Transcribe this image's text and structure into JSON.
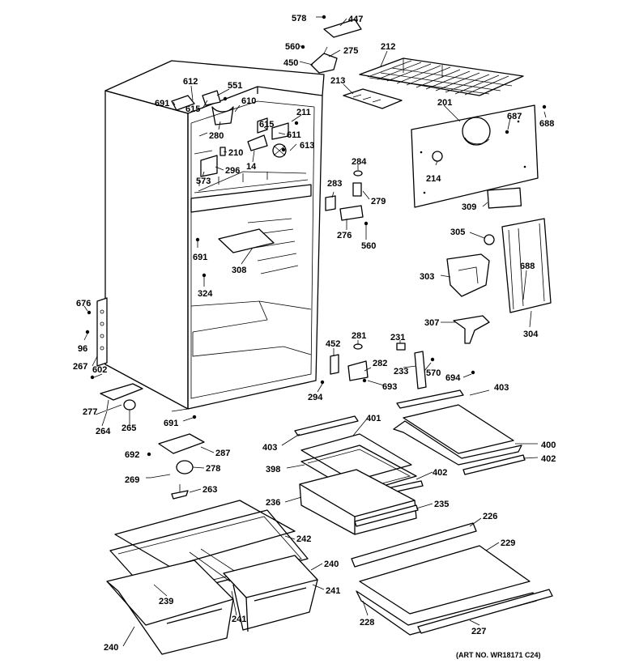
{
  "labels": [
    {
      "id": "578",
      "text": "578"
    },
    {
      "id": "447",
      "text": "447"
    },
    {
      "id": "560a",
      "text": "560"
    },
    {
      "id": "275",
      "text": "275"
    },
    {
      "id": "450",
      "text": "450"
    },
    {
      "id": "212",
      "text": "212"
    },
    {
      "id": "213",
      "text": "213"
    },
    {
      "id": "201",
      "text": "201"
    },
    {
      "id": "687",
      "text": "687"
    },
    {
      "id": "688a",
      "text": "688"
    },
    {
      "id": "612",
      "text": "612"
    },
    {
      "id": "551",
      "text": "551"
    },
    {
      "id": "691a",
      "text": "691"
    },
    {
      "id": "615a",
      "text": "615"
    },
    {
      "id": "610",
      "text": "610"
    },
    {
      "id": "211",
      "text": "211"
    },
    {
      "id": "615b",
      "text": "615"
    },
    {
      "id": "611",
      "text": "611"
    },
    {
      "id": "280",
      "text": "280"
    },
    {
      "id": "613",
      "text": "613"
    },
    {
      "id": "210",
      "text": "210"
    },
    {
      "id": "296",
      "text": "296"
    },
    {
      "id": "14",
      "text": "14"
    },
    {
      "id": "573",
      "text": "573"
    },
    {
      "id": "284",
      "text": "284"
    },
    {
      "id": "214",
      "text": "214"
    },
    {
      "id": "283",
      "text": "283"
    },
    {
      "id": "279",
      "text": "279"
    },
    {
      "id": "309",
      "text": "309"
    },
    {
      "id": "276",
      "text": "276"
    },
    {
      "id": "560b",
      "text": "560"
    },
    {
      "id": "305",
      "text": "305"
    },
    {
      "id": "691b",
      "text": "691"
    },
    {
      "id": "308",
      "text": "308"
    },
    {
      "id": "688b",
      "text": "688"
    },
    {
      "id": "303",
      "text": "303"
    },
    {
      "id": "324",
      "text": "324"
    },
    {
      "id": "676",
      "text": "676"
    },
    {
      "id": "96",
      "text": "96"
    },
    {
      "id": "307",
      "text": "307"
    },
    {
      "id": "304",
      "text": "304"
    },
    {
      "id": "281",
      "text": "281"
    },
    {
      "id": "231",
      "text": "231"
    },
    {
      "id": "452",
      "text": "452"
    },
    {
      "id": "267",
      "text": "267"
    },
    {
      "id": "602",
      "text": "602"
    },
    {
      "id": "282",
      "text": "282"
    },
    {
      "id": "233",
      "text": "233"
    },
    {
      "id": "570",
      "text": "570"
    },
    {
      "id": "694",
      "text": "694"
    },
    {
      "id": "693",
      "text": "693"
    },
    {
      "id": "403a",
      "text": "403"
    },
    {
      "id": "294",
      "text": "294"
    },
    {
      "id": "277",
      "text": "277"
    },
    {
      "id": "264",
      "text": "264"
    },
    {
      "id": "265",
      "text": "265"
    },
    {
      "id": "691c",
      "text": "691"
    },
    {
      "id": "401",
      "text": "401"
    },
    {
      "id": "403b",
      "text": "403"
    },
    {
      "id": "400",
      "text": "400"
    },
    {
      "id": "692",
      "text": "692"
    },
    {
      "id": "287",
      "text": "287"
    },
    {
      "id": "402a",
      "text": "402"
    },
    {
      "id": "398",
      "text": "398"
    },
    {
      "id": "402b",
      "text": "402"
    },
    {
      "id": "278",
      "text": "278"
    },
    {
      "id": "269",
      "text": "269"
    },
    {
      "id": "263",
      "text": "263"
    },
    {
      "id": "236",
      "text": "236"
    },
    {
      "id": "235",
      "text": "235"
    },
    {
      "id": "226",
      "text": "226"
    },
    {
      "id": "242",
      "text": "242"
    },
    {
      "id": "229",
      "text": "229"
    },
    {
      "id": "240a",
      "text": "240"
    },
    {
      "id": "241a",
      "text": "241"
    },
    {
      "id": "239",
      "text": "239"
    },
    {
      "id": "241b",
      "text": "241"
    },
    {
      "id": "228",
      "text": "228"
    },
    {
      "id": "227",
      "text": "227"
    },
    {
      "id": "240b",
      "text": "240"
    }
  ],
  "credit": "(ART NO. WR18171 C24)"
}
